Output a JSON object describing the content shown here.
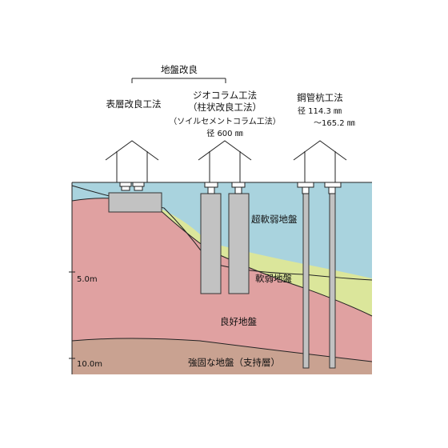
{
  "header": {
    "group_label": "地盤改良"
  },
  "methods": {
    "surface": {
      "title": "表層改良工法"
    },
    "column": {
      "title": "ジオコラム工法",
      "subtitle": "（柱状改良工法）",
      "note": "（ソイルセメントコラム工法）",
      "diameter": "径 600 ㎜"
    },
    "pile": {
      "title": "鋼管杭工法",
      "diameter_1": "径 114.3 ㎜",
      "diameter_2": "～165.2 ㎜"
    }
  },
  "layers": {
    "very_soft": "超軟弱地盤",
    "soft": "軟弱地盤",
    "good": "良好地盤",
    "bearing": "強固な地盤（支持層）"
  },
  "depth_axis": {
    "mark_5": "5.0m",
    "mark_10": "10.0m"
  },
  "colors": {
    "very_soft": "#a9d3de",
    "soft": "#dbe69b",
    "good": "#e0a1a1",
    "bearing": "#c9a291",
    "improvement": "#c2c2c2"
  }
}
